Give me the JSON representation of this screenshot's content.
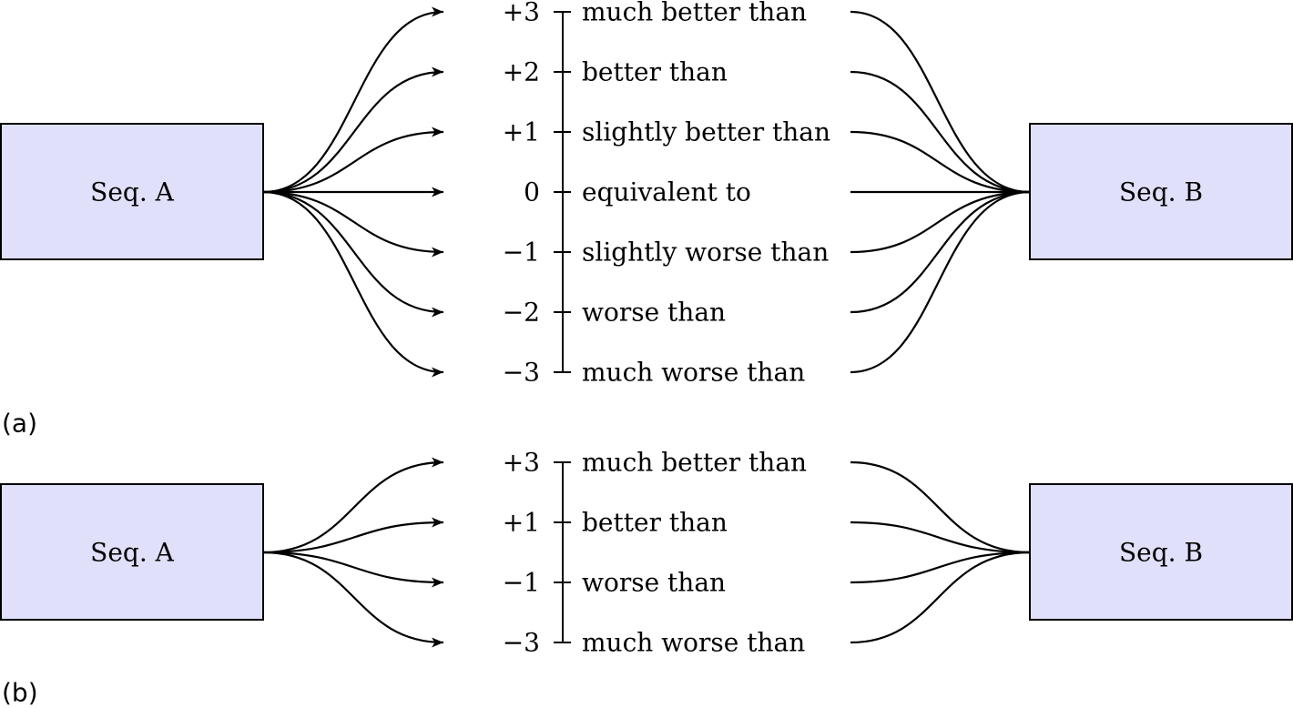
{
  "colors": {
    "box_fill": "#e0e0fa",
    "stroke": "#000000",
    "background": "#ffffff"
  },
  "panels": [
    {
      "label": "(a)",
      "left_box": "Seq. A",
      "right_box": "Seq. B",
      "levels": [
        {
          "score": "+3",
          "text": "much better than"
        },
        {
          "score": "+2",
          "text": "better than"
        },
        {
          "score": "+1",
          "text": "slightly better than"
        },
        {
          "score": "0",
          "text": "equivalent to"
        },
        {
          "score": "−1",
          "text": "slightly worse than"
        },
        {
          "score": "−2",
          "text": "worse than"
        },
        {
          "score": "−3",
          "text": "much worse than"
        }
      ]
    },
    {
      "label": "(b)",
      "left_box": "Seq. A",
      "right_box": "Seq. B",
      "levels": [
        {
          "score": "+3",
          "text": "much better than"
        },
        {
          "score": "+1",
          "text": "better than"
        },
        {
          "score": "−1",
          "text": "worse than"
        },
        {
          "score": "−3",
          "text": "much worse than"
        }
      ]
    }
  ]
}
